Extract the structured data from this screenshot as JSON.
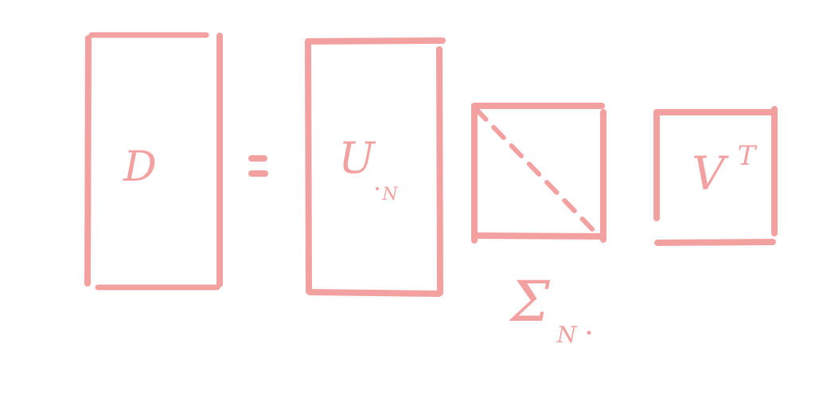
{
  "colors": {
    "ink": "#f3a0a0",
    "background": "#ffffff"
  },
  "equation": {
    "lhs": {
      "symbol": "D"
    },
    "equals": "=",
    "u": {
      "symbol": "U",
      "subscript": "N"
    },
    "sigma": {
      "symbol": "Σ",
      "subscript": "N"
    },
    "v": {
      "symbol": "V",
      "superscript": "T"
    }
  }
}
